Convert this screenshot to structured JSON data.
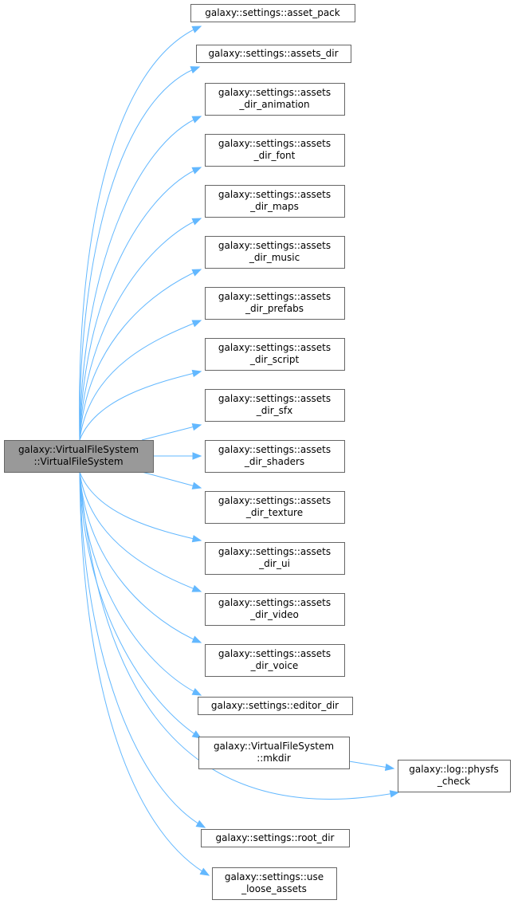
{
  "diagram": {
    "root": {
      "id": "root",
      "lines": [
        "galaxy::VirtualFileSystem",
        "::VirtualFileSystem"
      ]
    },
    "nodes": [
      {
        "id": "asset_pack",
        "lines": [
          "galaxy::settings::asset_pack"
        ]
      },
      {
        "id": "assets_dir",
        "lines": [
          "galaxy::settings::assets_dir"
        ]
      },
      {
        "id": "assets_dir_animation",
        "lines": [
          "galaxy::settings::assets",
          "_dir_animation"
        ]
      },
      {
        "id": "assets_dir_font",
        "lines": [
          "galaxy::settings::assets",
          "_dir_font"
        ]
      },
      {
        "id": "assets_dir_maps",
        "lines": [
          "galaxy::settings::assets",
          "_dir_maps"
        ]
      },
      {
        "id": "assets_dir_music",
        "lines": [
          "galaxy::settings::assets",
          "_dir_music"
        ]
      },
      {
        "id": "assets_dir_prefabs",
        "lines": [
          "galaxy::settings::assets",
          "_dir_prefabs"
        ]
      },
      {
        "id": "assets_dir_script",
        "lines": [
          "galaxy::settings::assets",
          "_dir_script"
        ]
      },
      {
        "id": "assets_dir_sfx",
        "lines": [
          "galaxy::settings::assets",
          "_dir_sfx"
        ]
      },
      {
        "id": "assets_dir_shaders",
        "lines": [
          "galaxy::settings::assets",
          "_dir_shaders"
        ]
      },
      {
        "id": "assets_dir_texture",
        "lines": [
          "galaxy::settings::assets",
          "_dir_texture"
        ]
      },
      {
        "id": "assets_dir_ui",
        "lines": [
          "galaxy::settings::assets",
          "_dir_ui"
        ]
      },
      {
        "id": "assets_dir_video",
        "lines": [
          "galaxy::settings::assets",
          "_dir_video"
        ]
      },
      {
        "id": "assets_dir_voice",
        "lines": [
          "galaxy::settings::assets",
          "_dir_voice"
        ]
      },
      {
        "id": "editor_dir",
        "lines": [
          "galaxy::settings::editor_dir"
        ]
      },
      {
        "id": "mkdir",
        "lines": [
          "galaxy::VirtualFileSystem",
          "::mkdir"
        ]
      },
      {
        "id": "physfs_check",
        "lines": [
          "galaxy::log::physfs",
          "_check"
        ]
      },
      {
        "id": "root_dir",
        "lines": [
          "galaxy::settings::root_dir"
        ]
      },
      {
        "id": "use_loose_assets",
        "lines": [
          "galaxy::settings::use",
          "_loose_assets"
        ]
      }
    ],
    "edges": [
      {
        "from": "root",
        "to": "asset_pack"
      },
      {
        "from": "root",
        "to": "assets_dir"
      },
      {
        "from": "root",
        "to": "assets_dir_animation"
      },
      {
        "from": "root",
        "to": "assets_dir_font"
      },
      {
        "from": "root",
        "to": "assets_dir_maps"
      },
      {
        "from": "root",
        "to": "assets_dir_music"
      },
      {
        "from": "root",
        "to": "assets_dir_prefabs"
      },
      {
        "from": "root",
        "to": "assets_dir_script"
      },
      {
        "from": "root",
        "to": "assets_dir_sfx"
      },
      {
        "from": "root",
        "to": "assets_dir_shaders"
      },
      {
        "from": "root",
        "to": "assets_dir_texture"
      },
      {
        "from": "root",
        "to": "assets_dir_ui"
      },
      {
        "from": "root",
        "to": "assets_dir_video"
      },
      {
        "from": "root",
        "to": "assets_dir_voice"
      },
      {
        "from": "root",
        "to": "editor_dir"
      },
      {
        "from": "root",
        "to": "mkdir"
      },
      {
        "from": "root",
        "to": "physfs_check"
      },
      {
        "from": "root",
        "to": "root_dir"
      },
      {
        "from": "root",
        "to": "use_loose_assets"
      },
      {
        "from": "mkdir",
        "to": "physfs_check"
      }
    ],
    "colors": {
      "edge": "#63b8ff",
      "node_border": "#666666",
      "root_fill": "#999999",
      "node_fill": "#ffffff"
    }
  }
}
